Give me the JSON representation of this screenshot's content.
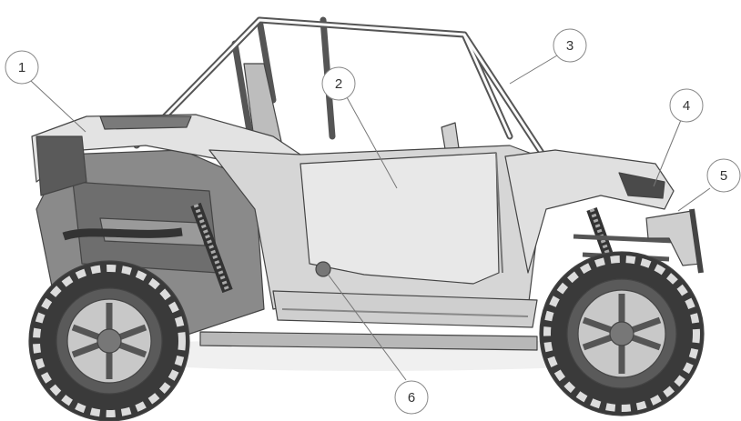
{
  "illustration": "side-by-side-utv-side-view",
  "colors": {
    "background": "#ffffff",
    "line": "#444444",
    "body_light": "#e6e6e6",
    "body_mid": "#c9c9c9",
    "body_dark": "#6e6e6e",
    "tire": "#3a3a3a",
    "callout_stroke": "#888888"
  },
  "callouts": [
    {
      "label": "1"
    },
    {
      "label": "2"
    },
    {
      "label": "3"
    },
    {
      "label": "4"
    },
    {
      "label": "5"
    },
    {
      "label": "6"
    }
  ]
}
